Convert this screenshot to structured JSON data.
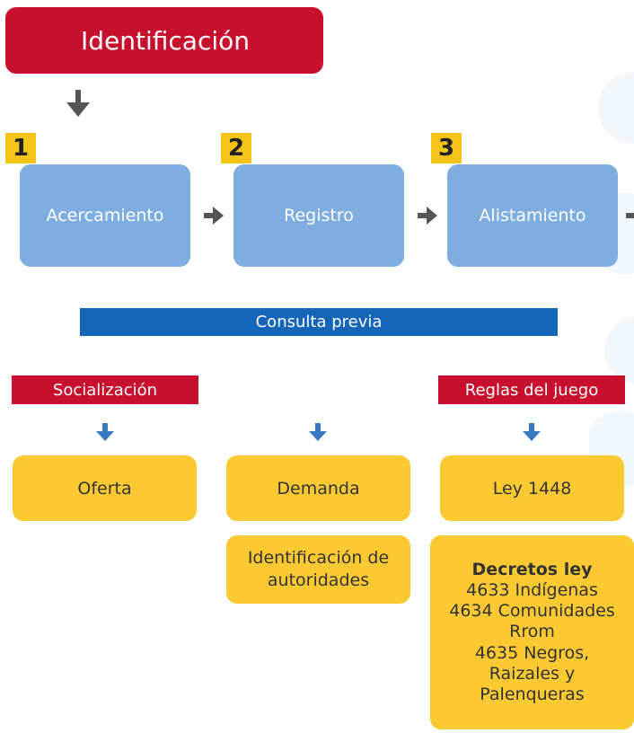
{
  "title": "Identificación",
  "steps": [
    {
      "number": "1",
      "label": "Acercamiento"
    },
    {
      "number": "2",
      "label": "Registro"
    },
    {
      "number": "3",
      "label": "Alistamiento"
    }
  ],
  "consulta": "Consulta previa",
  "labels": {
    "socializacion": "Socialización",
    "reglas": "Reglas del juego"
  },
  "boxes": {
    "oferta": "Oferta",
    "demanda": "Demanda",
    "ley": "Ley 1448",
    "identificacion_autoridades": [
      "Identificación de",
      "autoridades"
    ]
  },
  "decretos": {
    "heading": "Decretos ley",
    "lines": [
      "4633 Indígenas",
      "4634 Comunidades",
      "Rrom",
      "4635 Negros,",
      "Raizales y",
      "Palenqueras"
    ]
  },
  "colors": {
    "red": "#c8102e",
    "blue": "#1565b9",
    "light_blue": "#7eaedf",
    "yellow": "#fbca33",
    "badge": "#f5c41a",
    "gray": "#555555"
  }
}
